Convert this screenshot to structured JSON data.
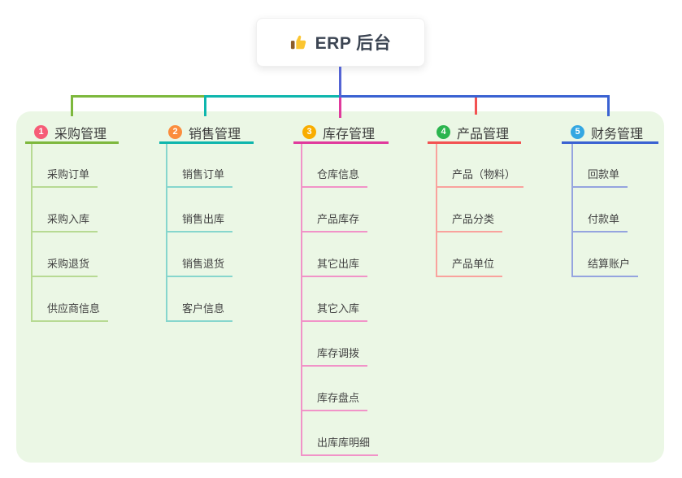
{
  "root": {
    "label": "ERP 后台",
    "icon": "thumbs-up-icon"
  },
  "colors": {
    "canvas_bg": "#ffffff",
    "panel_bg": "#ebf7e5",
    "root_connector": "#5464d4",
    "node_text": "#3b3b3b"
  },
  "branches": [
    {
      "badge": "1",
      "title": "采购管理",
      "badge_color": "#f65c77",
      "color": "#7db83d",
      "light_color": "#b7da93",
      "children": [
        "采购订单",
        "采购入库",
        "采购退货",
        "供应商信息"
      ]
    },
    {
      "badge": "2",
      "title": "销售管理",
      "badge_color": "#fb8d3d",
      "color": "#0eb6ad",
      "light_color": "#86d6cd",
      "children": [
        "销售订单",
        "销售出库",
        "销售退货",
        "客户信息"
      ]
    },
    {
      "badge": "3",
      "title": "库存管理",
      "badge_color": "#f9ad00",
      "color": "#e03a9c",
      "light_color": "#f193c8",
      "children": [
        "仓库信息",
        "产品库存",
        "其它出库",
        "其它入库",
        "库存调拨",
        "库存盘点",
        "出库库明细"
      ]
    },
    {
      "badge": "4",
      "title": "产品管理",
      "badge_color": "#2bb54e",
      "color": "#f25252",
      "light_color": "#f9a29d",
      "children": [
        "产品（物料）",
        "产品分类",
        "产品单位"
      ]
    },
    {
      "badge": "5",
      "title": "财务管理",
      "badge_color": "#34a7e2",
      "color": "#3a62d2",
      "light_color": "#95a4df",
      "children": [
        "回款单",
        "付款单",
        "结算账户"
      ]
    }
  ]
}
